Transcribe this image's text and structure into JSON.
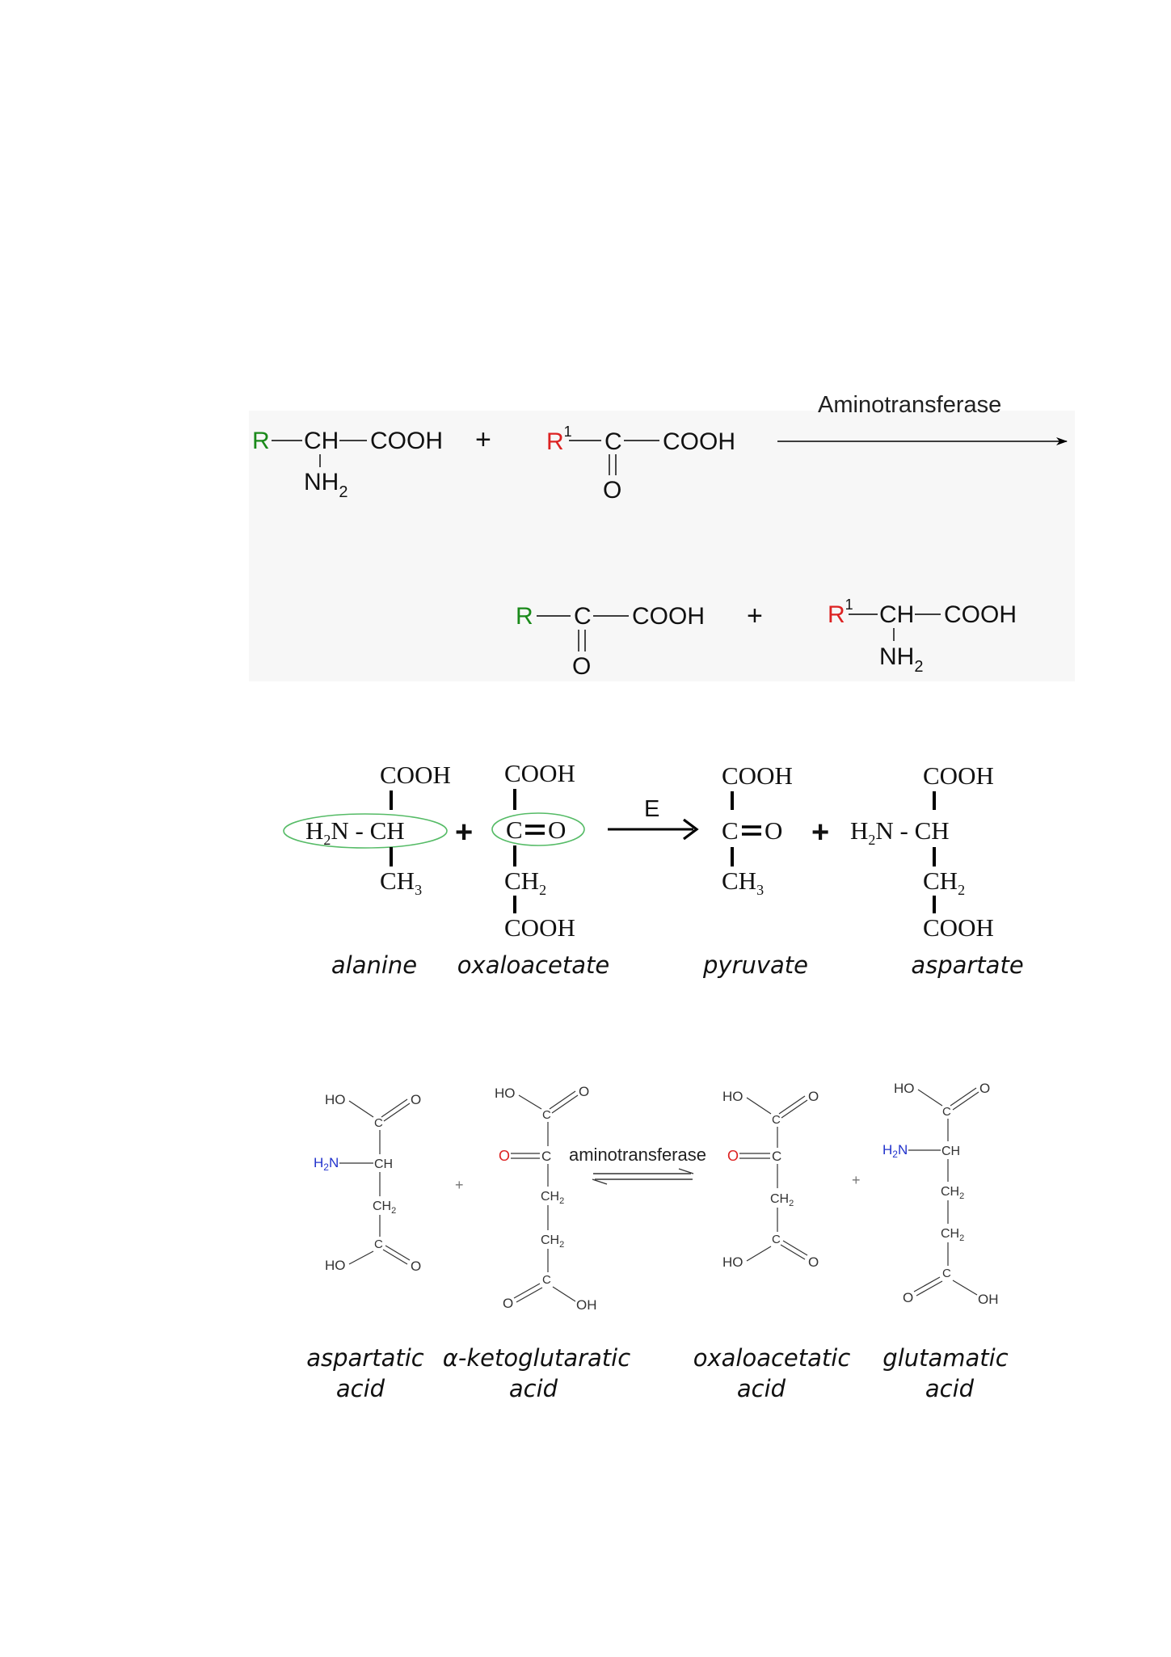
{
  "colors": {
    "green": "#1a8a1a",
    "red": "#dd2222",
    "blue": "#2233cc",
    "oval": "#55bb66",
    "panel": "#f7f7f7"
  },
  "s1": {
    "enzyme": "Aminotransferase",
    "plus": "+",
    "r": "R",
    "r1": "R",
    "sup1": "1",
    "ch": "CH",
    "c": "C",
    "cooh": "COOH",
    "nh": "NH",
    "sub2": "2",
    "o": "O"
  },
  "s2": {
    "cooh": "COOH",
    "h2n_ch": "H2N - CH",
    "h": "H",
    "n_ch": "N - CH",
    "sub2": "2",
    "sub3": "3",
    "ch": "CH",
    "co": "C",
    "o": "O",
    "plus": "+",
    "enzyme": "E",
    "names": {
      "alanine": "alanine",
      "oxaloacetate": "oxaloacetate",
      "pyruvate": "pyruvate",
      "aspartate": "aspartate"
    }
  },
  "s3": {
    "ho": "HO",
    "oh": "OH",
    "o": "O",
    "c": "C",
    "ch": "CH",
    "ch2": "CH",
    "sub2": "2",
    "h2n": "H",
    "n": "N",
    "plus": "+",
    "enzyme": "aminotransferase",
    "names": {
      "a1": "aspartatic",
      "a2": "acid",
      "b1": "α-ketoglutaratic",
      "b2": "acid",
      "c1": "oxaloacetatic",
      "c2": "acid",
      "d1": "glutamatic",
      "d2": "acid"
    }
  }
}
